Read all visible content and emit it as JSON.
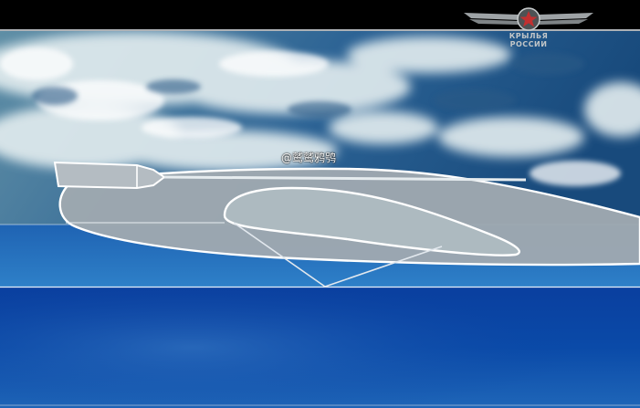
{
  "broadcast": {
    "channel_logo": {
      "icon": "winged-star-emblem",
      "line1": "КРЫЛЬЯ",
      "line2": "РОССИИ"
    },
    "watermark_text": "@鹫鹫鸦鸮"
  },
  "colors": {
    "sky_dark": "#1b4f80",
    "cloud": "#e9f1f2",
    "sea_deep": "#063c9c",
    "sea_light": "#2d7fc6",
    "hull_fill": "#a2abb1",
    "outline": "#ffffff",
    "star": "#c23030"
  }
}
